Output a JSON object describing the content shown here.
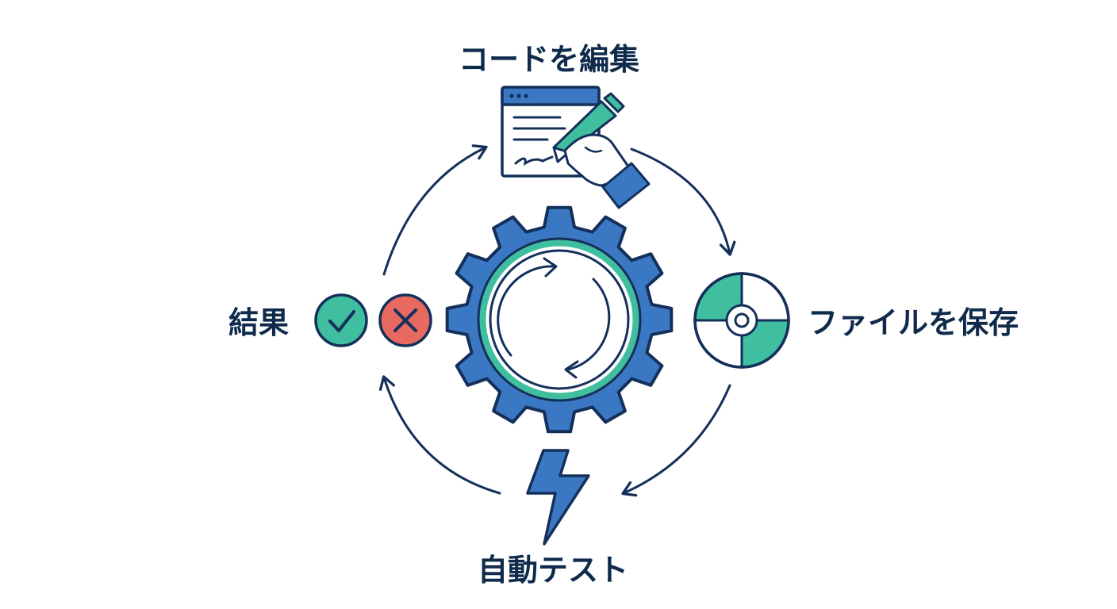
{
  "steps": {
    "edit": "コードを編集",
    "save": "ファイルを保存",
    "test": "自動テスト",
    "result": "結果"
  },
  "colors": {
    "navy": "#14305a",
    "blue": "#3b78c4",
    "teal": "#3fbf9f",
    "red": "#e8695f",
    "text": "#0f2a4a"
  },
  "icons": {
    "edit": "code-editor-with-pen-icon",
    "save": "disc-icon",
    "test": "lightning-bolt-icon",
    "result_pass": "check-circle-icon",
    "result_fail": "x-circle-icon",
    "center": "gear-refresh-icon"
  }
}
